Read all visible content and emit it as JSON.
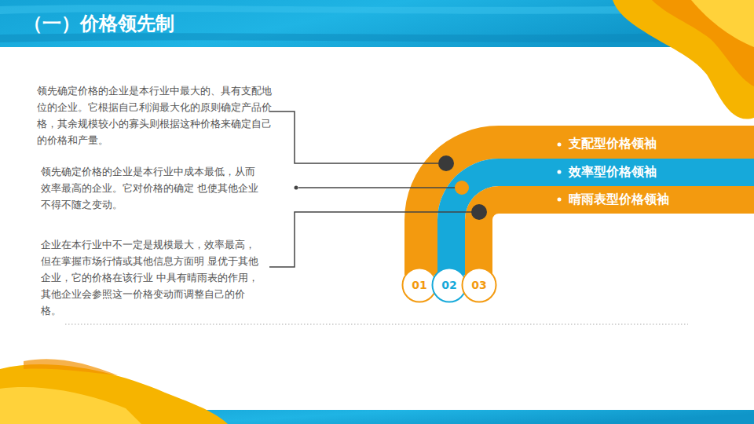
{
  "diagram": {
    "title": "（一）价格领先制",
    "nodes": [
      {
        "text": [
          "支配型价格领袖"
        ]
      },
      {
        "text": [
          "效率型价格领袖"
        ]
      },
      {
        "text": [
          "晴雨表型价格领袖"
        ]
      },
      {
        "text": [
          "01"
        ]
      },
      {
        "text": [
          "02"
        ]
      },
      {
        "text": [
          "03"
        ]
      }
    ],
    "labels": [
      "领先确定价格的企业是本行业中最大的、具有支配地位的企业。它根据自己利润最大化的原则确定产品价格，其余规模较小的寡头则根据这种价格来确定自己的价格和产量。",
      "领先确定价格的企业是本行业中成本最低，从而效率最高的企业。它对价格的确定 也使其他企业不得不随之变动。",
      "企业在本行业中不一定是规模最大，效率最高，但在掌握市场行情或其他信息方面明 显优于其他企业，它的价格在该行业 中具有晴雨表的作用，其他企业会参照这一价格变动而调整自己的价格。"
    ]
  }
}
